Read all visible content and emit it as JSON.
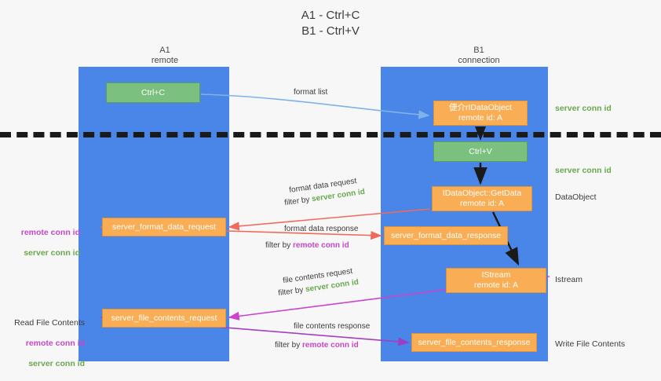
{
  "title": "A1 - Ctrl+C\nB1 - Ctrl+V",
  "colors": {
    "lane": "#4a86e8",
    "box_orange": "#f9ad54",
    "box_green": "#7bc07f",
    "green_text": "#6aa84f",
    "magenta_text": "#c648c6",
    "background": "#f7f7f7",
    "divider": "#1a1a1a"
  },
  "columns": {
    "left": "A1\nremote",
    "right": "B1\nconnection"
  },
  "boxes": {
    "ctrl_c": "Ctrl+C",
    "ctrl_v": "Ctrl+V",
    "idataobject": "倢介rIDataObject\nremote id: A",
    "getdata": "IDataObject::GetData\nremote id: A",
    "istream": "IStream\nremote id: A",
    "server_format_data_request": "server_format_data_request",
    "server_format_data_response": "server_format_data_response",
    "server_file_contents_request": "server_file_contents_request",
    "server_file_contents_response": "server_file_contents_response"
  },
  "right_notes": {
    "server_conn_id_1": "server conn id",
    "server_conn_id_2": "server conn id",
    "dataobject": "DataObject",
    "istream": "Istream",
    "write_file_contents": "Write File Contents"
  },
  "left_notes": {
    "conn_ids_top": {
      "remote": "remote conn id",
      "server": "server conn id"
    },
    "read_file_contents": "Read File Contents",
    "conn_ids_bottom": {
      "remote": "remote conn id",
      "server": "server conn id"
    }
  },
  "flow_labels": {
    "format_list": "format list",
    "format_data_request": "format data request",
    "format_data_request_filter_prefix": "filter by ",
    "format_data_request_filter_value": "server conn id",
    "format_data_response": "format data response",
    "format_data_response_filter_prefix": "filter by ",
    "format_data_response_filter_value": "remote conn id",
    "file_contents_request": "file contents request",
    "file_contents_request_filter_prefix": "filter by ",
    "file_contents_request_filter_value": "server conn id",
    "file_contents_response": "file contents response",
    "file_contents_response_filter_prefix": "filter by ",
    "file_contents_response_filter_value": "remote conn id"
  }
}
